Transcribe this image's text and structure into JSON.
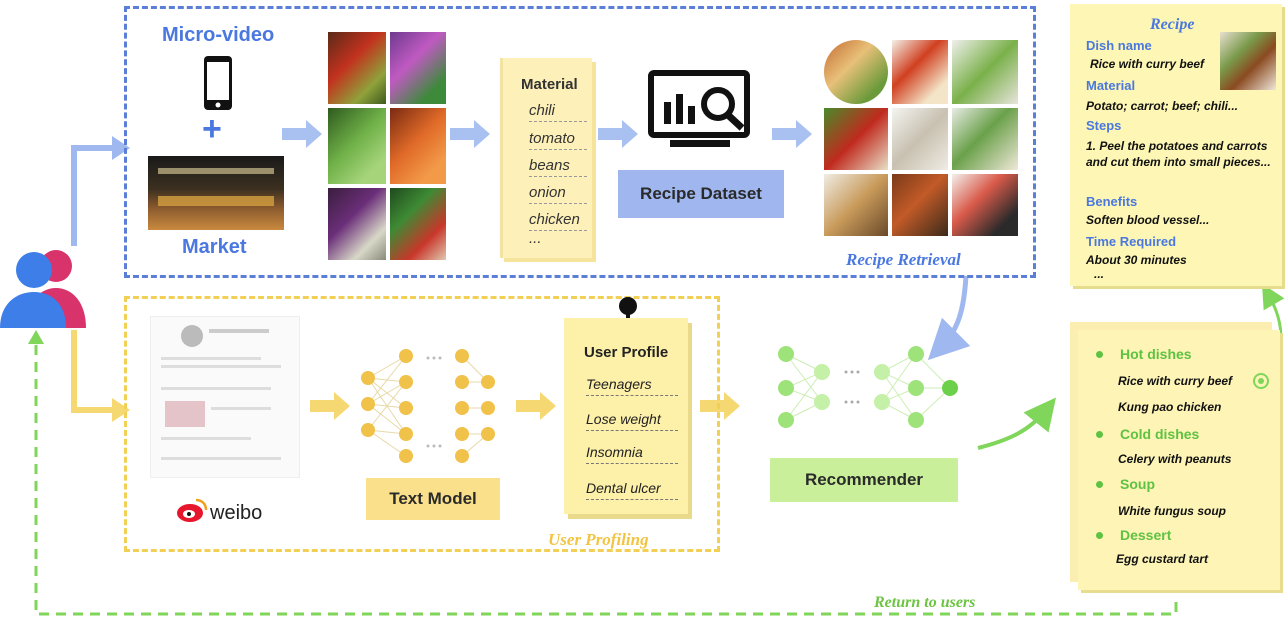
{
  "retrieval": {
    "micro_video_label": "Micro-video",
    "plus_sign": "+",
    "market_label": "Market",
    "materials": {
      "title": "Material",
      "items": [
        "chili",
        "tomato",
        "beans",
        "onion",
        "chicken",
        "..."
      ]
    },
    "dataset_button": "Recipe Dataset",
    "section_label": "Recipe Retrieval"
  },
  "profiling": {
    "weibo_label": "weibo",
    "text_model_button": "Text Model",
    "profile": {
      "title": "User Profile",
      "items": [
        "Teenagers",
        "Lose weight",
        "Insomnia",
        "Dental ulcer"
      ]
    },
    "section_label": "User Profiling",
    "recommender_button": "Recommender"
  },
  "recipe_card": {
    "title": "Recipe",
    "fields": [
      {
        "label": "Dish name",
        "value": "Rice with curry beef"
      },
      {
        "label": "Material",
        "value": "Potato; carrot; beef; chili..."
      },
      {
        "label": "Steps",
        "value": "1.  Peel the potatoes and carrots and cut them into small pieces..."
      },
      {
        "label": "Benefits",
        "value": "Soften blood vessel..."
      },
      {
        "label": "Time Required",
        "value": "About 30 minutes"
      }
    ],
    "ellipsis": "..."
  },
  "recommend_list": {
    "groups": [
      {
        "name": "Hot dishes",
        "dishes": [
          "Rice with curry beef",
          "Kung pao chicken"
        ]
      },
      {
        "name": "Cold dishes",
        "dishes": [
          "Celery with peanuts"
        ]
      },
      {
        "name": "Soup",
        "dishes": [
          "White fungus soup"
        ]
      },
      {
        "name": "Dessert",
        "dishes": [
          "Egg custard tart"
        ]
      }
    ]
  },
  "return_label": "Return to users",
  "colors": {
    "blue": "#5b7fd6",
    "yellow": "#f2cf55",
    "green": "#7fd65a",
    "note": "#fdf0b8"
  }
}
